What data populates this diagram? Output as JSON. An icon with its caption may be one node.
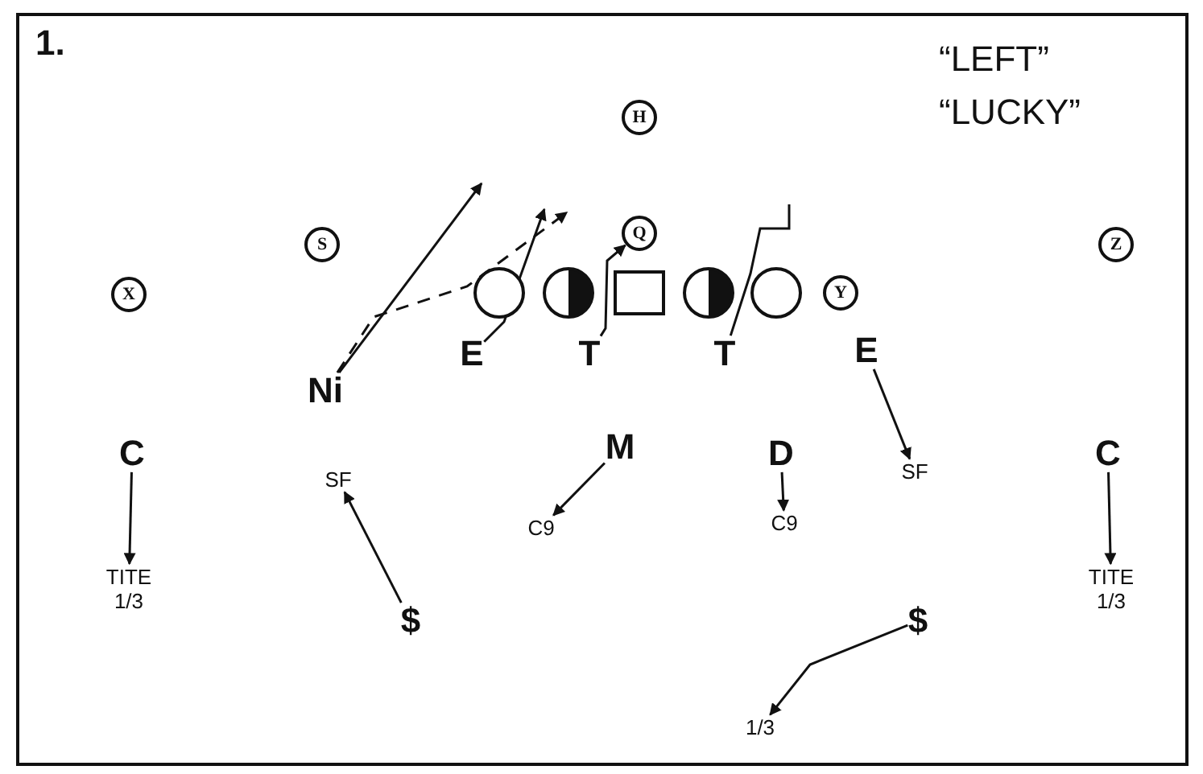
{
  "diagram": {
    "nodes": [
      {
        "text": [
          "H"
        ]
      },
      {
        "text": [
          "Q"
        ]
      },
      {
        "text": [
          "S"
        ]
      },
      {
        "text": [
          "Z"
        ]
      },
      {
        "text": [
          "X"
        ]
      },
      {
        "text": [],
        "shape": "circle"
      },
      {
        "text": [],
        "shape": "split-circle"
      },
      {
        "text": [],
        "shape": "box"
      },
      {
        "text": [],
        "shape": "split-circle"
      },
      {
        "text": [],
        "shape": "circle"
      },
      {
        "text": [
          "Y"
        ]
      },
      {
        "text": [
          "E"
        ]
      },
      {
        "text": [
          "T"
        ]
      },
      {
        "text": [
          "T"
        ]
      },
      {
        "text": [
          "E"
        ]
      },
      {
        "text": [
          "Ni"
        ]
      },
      {
        "text": [
          "C"
        ]
      },
      {
        "text": [
          "M"
        ]
      },
      {
        "text": [
          "D"
        ]
      },
      {
        "text": [
          "C"
        ]
      },
      {
        "text": [
          "SF"
        ]
      },
      {
        "text": [
          "SF"
        ]
      },
      {
        "text": [
          "C9"
        ]
      },
      {
        "text": [
          "C9"
        ]
      },
      {
        "text": [
          "TITE 1/3"
        ]
      },
      {
        "text": [
          "TITE 1/3"
        ]
      },
      {
        "text": [
          "$"
        ]
      },
      {
        "text": [
          "$"
        ]
      },
      {
        "text": [
          "1/3"
        ]
      }
    ],
    "edges": [
      {
        "from": 15,
        "to": null,
        "arrow": "to"
      },
      {
        "from": 15,
        "to": null,
        "arrow": "to",
        "style": "dashed"
      },
      {
        "from": 11,
        "to": null,
        "arrow": "to"
      },
      {
        "from": 12,
        "to": 1,
        "arrow": "to"
      },
      {
        "from": 13,
        "to": null,
        "arrow": "none"
      },
      {
        "from": 14,
        "to": 20,
        "arrow": "to"
      },
      {
        "from": 16,
        "to": 24,
        "arrow": "to"
      },
      {
        "from": 26,
        "to": 21,
        "arrow": "to"
      },
      {
        "from": 17,
        "to": 22,
        "arrow": "to"
      },
      {
        "from": 18,
        "to": 23,
        "arrow": "to"
      },
      {
        "from": 19,
        "to": 25,
        "arrow": "to"
      },
      {
        "from": 27,
        "to": 28,
        "arrow": "to"
      }
    ],
    "labels": [
      "1.",
      "“LEFT”",
      "“LUCKY”"
    ]
  }
}
